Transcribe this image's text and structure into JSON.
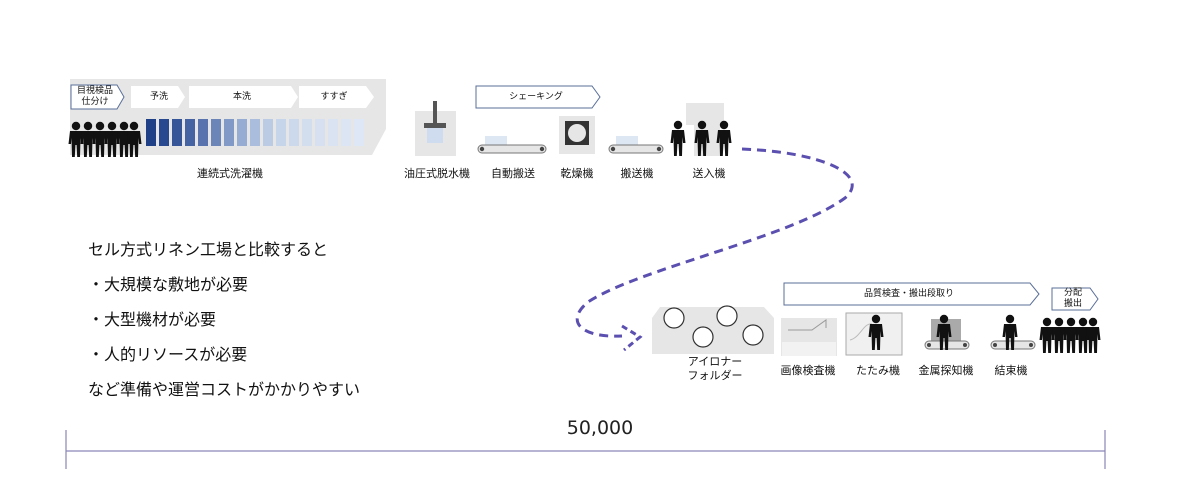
{
  "top_line": {
    "washer_tags": {
      "sorting": [
        "目視検品",
        "仕分け"
      ],
      "prewash": "予洗",
      "mainwash": "本洗",
      "rinse": "すすぎ"
    },
    "shaking_label": "シェーキング",
    "machines": {
      "continuous_washer": "連続式洗濯機",
      "hydraulic_extractor": "油圧式脱水機",
      "auto_conveyor": "自動搬送",
      "dryer": "乾燥機",
      "transfer_conveyor": "搬送機",
      "feeder": "送入機"
    }
  },
  "bottom_line": {
    "inspection_label": "品質検査・搬出段取り",
    "distribution_tag": [
      "分配",
      "搬出"
    ],
    "machines": {
      "ironer_folder": [
        "アイロナー",
        "フォルダー"
      ],
      "image_inspection": "画像検査機",
      "folding": "たたみ機",
      "metal_detector": "金属探知機",
      "binding": "結束機"
    }
  },
  "notes": [
    "セル方式リネン工場と比較すると",
    "・大規模な敷地が必要",
    "・大型機材が必要",
    "・人的リソースが必要",
    "など準備や運営コストがかかりやすい"
  ],
  "dimension": "50,000",
  "colors": {
    "machine_gray": "#e6e6e6",
    "arrow_border": "#5a6f9a",
    "dashed_flow": "#5b4fb0",
    "washer_blue_dark": "#1f3f86",
    "washer_blue_light": "#dde7f6",
    "dimension_line": "#8a86b8"
  }
}
